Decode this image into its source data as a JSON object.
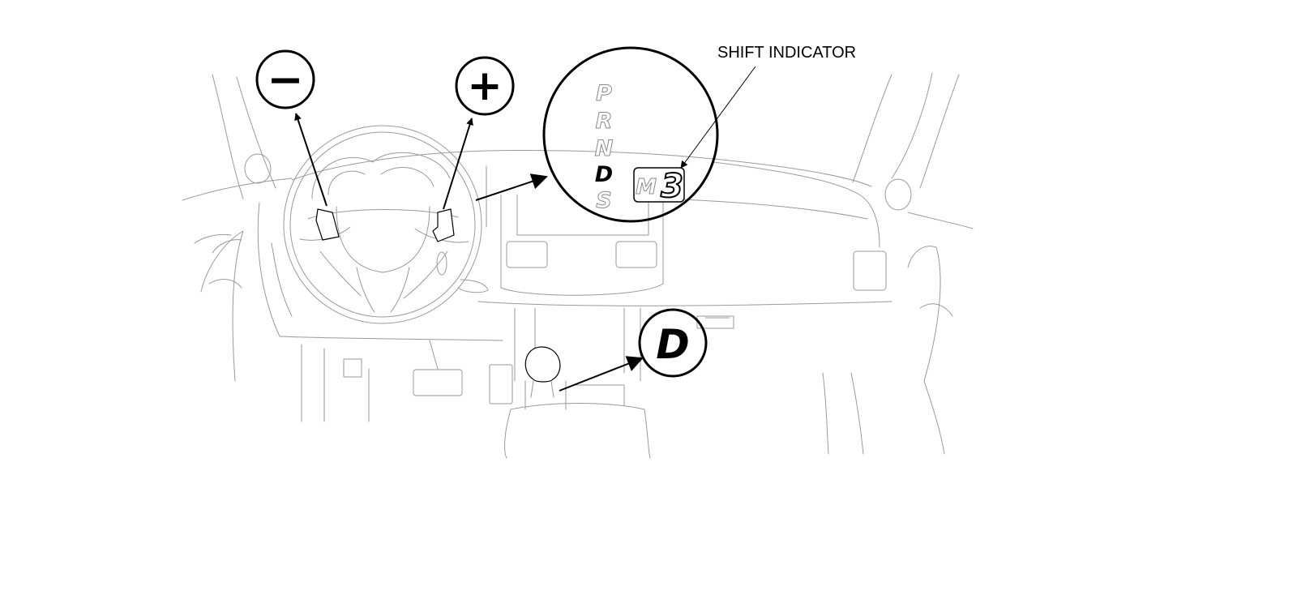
{
  "labels": {
    "shift_indicator": "SHIFT INDICATOR"
  },
  "callouts": {
    "minus_symbol": "−",
    "plus_symbol": "+",
    "drive_symbol": "D"
  },
  "gear_indicator": {
    "gears": [
      "P",
      "R",
      "N",
      "D",
      "S"
    ],
    "active_gear": "D",
    "mode_letter": "M",
    "current_gear_number": "3"
  }
}
